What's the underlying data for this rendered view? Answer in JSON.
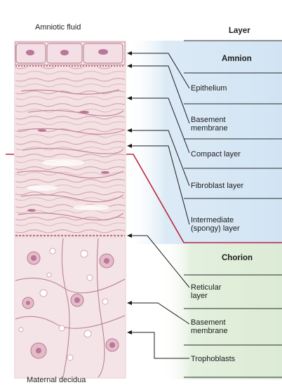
{
  "figure": {
    "top_caption": "Amniotic fluid",
    "bottom_caption": "Maternal decidua",
    "header": "Layer",
    "amnion": {
      "title": "Amnion",
      "layers": [
        "Epithelium",
        "Basement\nmembrane",
        "Compact layer",
        "Fibroblast layer",
        "Intermediate\n(spongy) layer"
      ]
    },
    "chorion": {
      "title": "Chorion",
      "layers": [
        "Reticular\nlayer",
        "Basement\nmembrane",
        "Trophoblasts"
      ]
    },
    "colors": {
      "amnion_panel": "#dceaf6",
      "chorion_panel": "#e2efdc",
      "boundary_line": "#b8283a",
      "tissue_pink": "#f0d6dc",
      "tissue_stain": "#c48a9a",
      "nucleus": "#b9779a"
    }
  }
}
